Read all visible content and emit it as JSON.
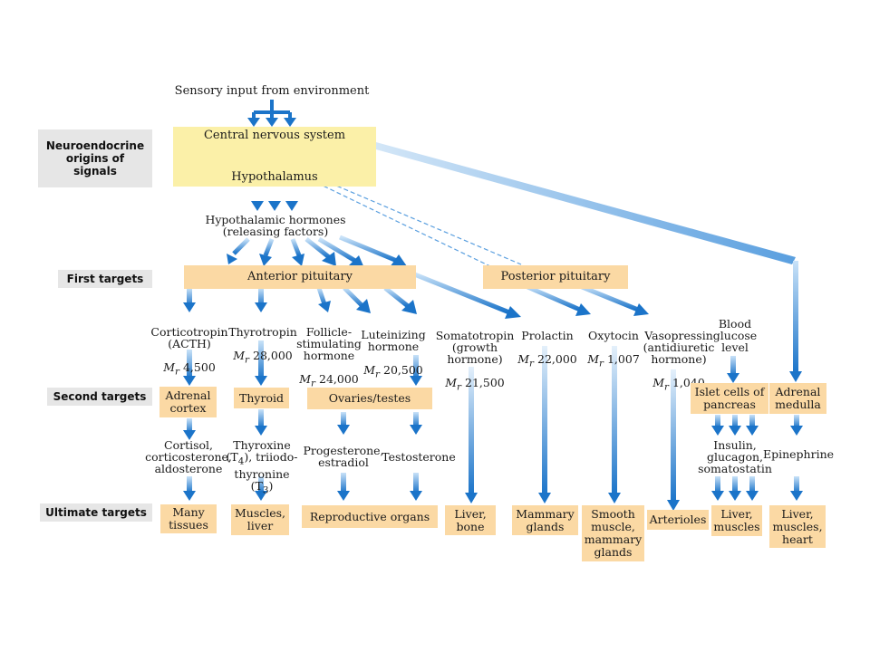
{
  "colors": {
    "arrow": "#1b74c9",
    "arrow_light": "#9cc9f1",
    "target_box": "#fbd9a4",
    "origin_box": "#fbf0a8",
    "level_label": "#e6e6e6"
  },
  "diagram": {
    "input": "Sensory input from environment",
    "cns": "Central nervous system",
    "hypothalamus": "Hypothalamus",
    "hypothalamic_hormones": "Hypothalamic hormones\n(releasing factors)",
    "levels": {
      "origins": "Neuroendocrine\norigins of\nsignals",
      "first": "First targets",
      "second": "Second targets",
      "ultimate": "Ultimate targets"
    },
    "first_targets": {
      "anterior": "Anterior pituitary",
      "posterior": "Posterior pituitary"
    },
    "hormones": {
      "acth": {
        "name": "Corticotropin\n(ACTH)",
        "mass": "4,500"
      },
      "thyrotropin": {
        "name": "Thyrotropin",
        "mass": "28,000"
      },
      "fsh": {
        "name": "Follicle-\nstimulating\nhormone",
        "mass": "24,000"
      },
      "lh": {
        "name": "Luteinizing\nhormone",
        "mass": "20,500"
      },
      "somatotropin": {
        "name": "Somatotropin\n(growth hormone)",
        "mass": "21,500"
      },
      "prolactin": {
        "name": "Prolactin",
        "mass": "22,000"
      },
      "oxytocin": {
        "name": "Oxytocin",
        "mass": "1,007"
      },
      "vasopressin": {
        "name": "Vasopressin\n(antidiuretic\nhormone)",
        "mass": "1,040"
      },
      "glucose": {
        "name": "Blood\nglucose\nlevel"
      }
    },
    "mass_symbol": "M",
    "mass_subscript": "r",
    "second_targets": {
      "adrenal_cortex": "Adrenal\ncortex",
      "thyroid": "Thyroid",
      "ovaries": "Ovaries/testes",
      "islet": "Islet cells of\npancreas",
      "adrenal_medulla": "Adrenal\nmedulla"
    },
    "secondary_hormones": {
      "cortisol": "Cortisol,\ncorticosterone,\naldosterone",
      "thyroxine_a": "Thyroxine",
      "thyroxine_b": "(T",
      "thyroxine_b_sub": "4",
      "thyroxine_c": "), triiodo-",
      "thyroxine_d": "thyronine (T",
      "thyroxine_d_sub": "3",
      "thyroxine_e": ")",
      "progesterone": "Progesterone,\nestradiol",
      "testosterone": "Testosterone",
      "insulin": "Insulin,\nglucagon,\nsomatostatin",
      "epinephrine": "Epinephrine"
    },
    "ultimate_targets": {
      "many": "Many\ntissues",
      "muscles_liver": "Muscles,\nliver",
      "reproductive": "Reproductive organs",
      "liver_bone": "Liver,\nbone",
      "mammary": "Mammary\nglands",
      "smooth": "Smooth\nmuscle,\nmammary\nglands",
      "arterioles": "Arterioles",
      "liver_muscles": "Liver,\nmuscles",
      "lmh": "Liver,\nmuscles,\nheart"
    }
  }
}
